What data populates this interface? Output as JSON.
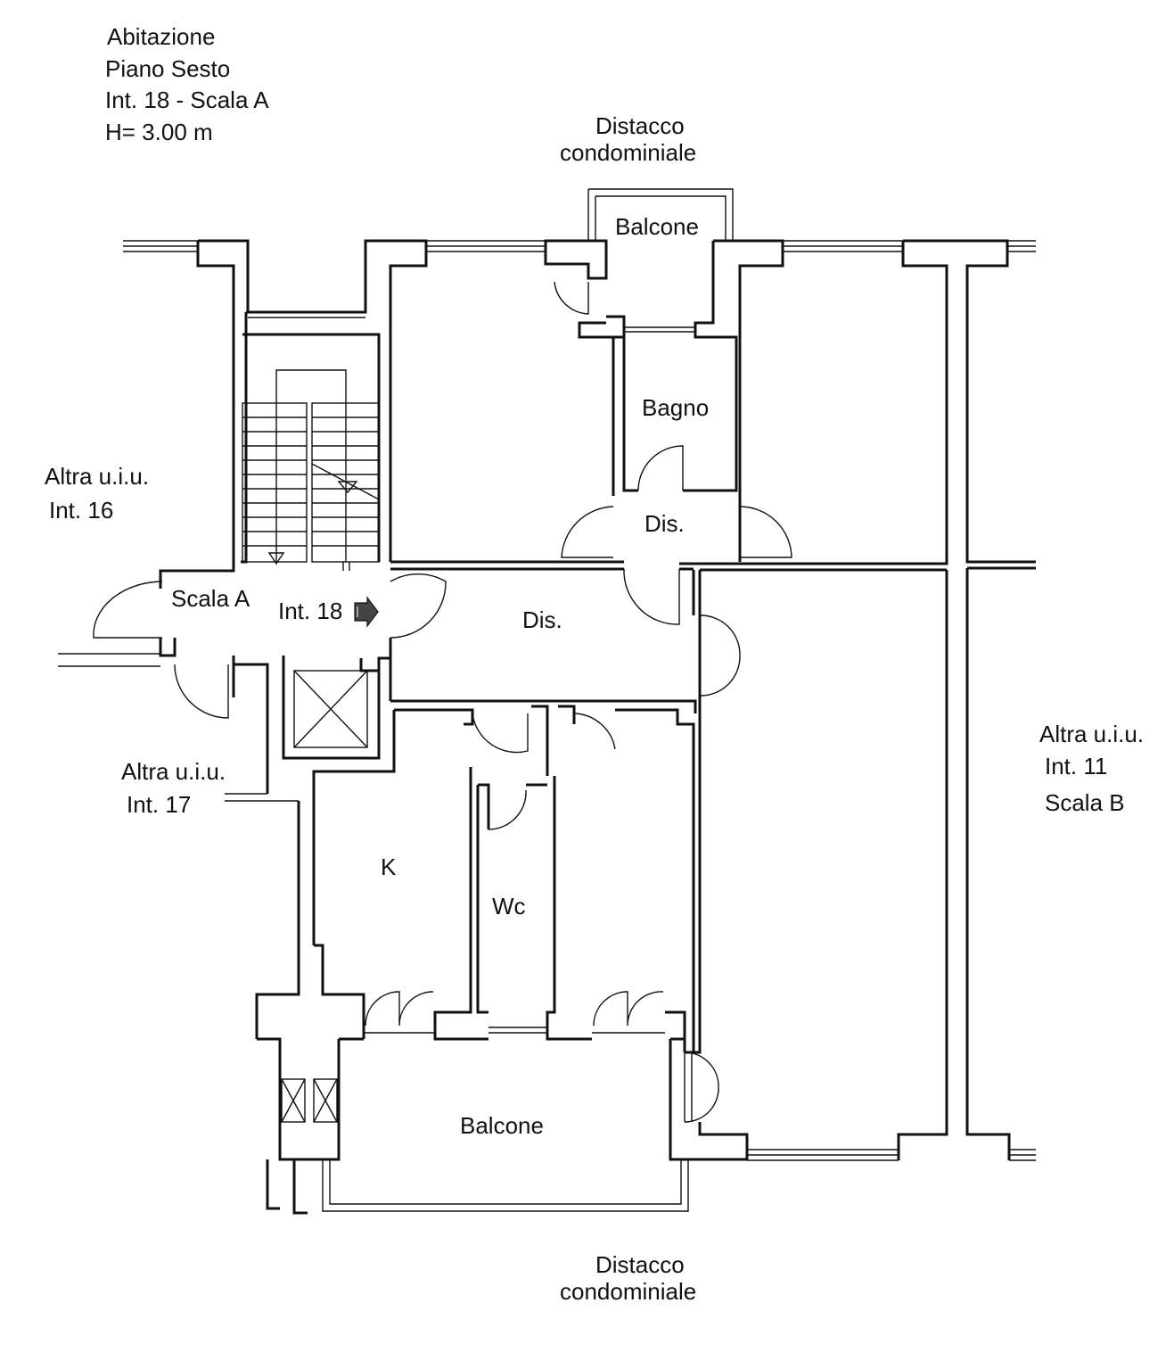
{
  "header": {
    "line1": "Abitazione",
    "line2": "Piano Sesto",
    "line3": "Int. 18 - Scala A",
    "line4": "H= 3.00 m"
  },
  "labels": {
    "distacco_top_1": "Distacco",
    "distacco_top_2": "condominiale",
    "distacco_bottom_1": "Distacco",
    "distacco_bottom_2": "condominiale",
    "balcone_top": "Balcone",
    "balcone_bottom": "Balcone",
    "bagno": "Bagno",
    "dis_upper": "Dis.",
    "dis_main": "Dis.",
    "scala_a": "Scala A",
    "int18": "Int. 18",
    "kitchen": "K",
    "wc": "Wc",
    "altra16_1": "Altra u.i.u.",
    "altra16_2": "Int. 16",
    "altra17_1": "Altra u.i.u.",
    "altra17_2": "Int. 17",
    "altra11_1": "Altra u.i.u.",
    "altra11_2": "Int. 11",
    "altra11_3": "Scala B"
  }
}
